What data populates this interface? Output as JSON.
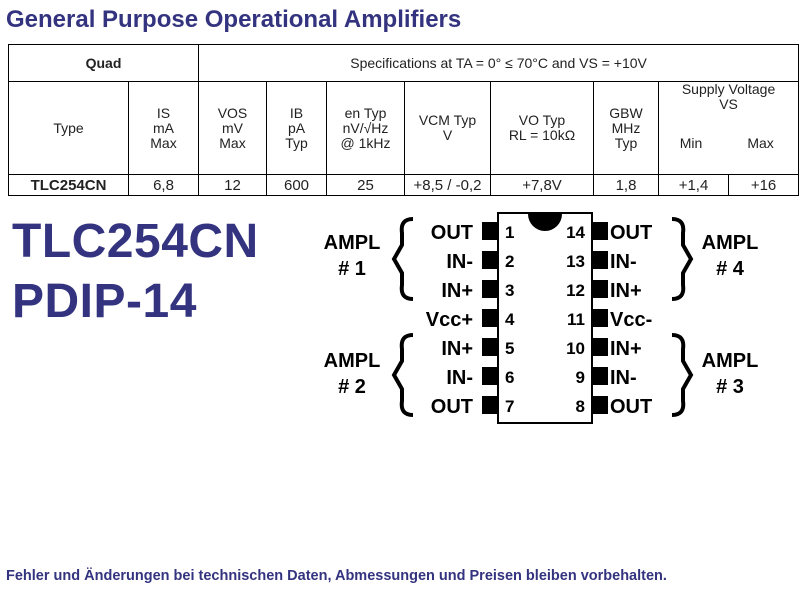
{
  "title": "General Purpose Operational Amplifiers",
  "table": {
    "quad_label": "Quad",
    "conditions": "Specifications at TA = 0° ≤ 70°C and VS = +10V",
    "headers": [
      {
        "l1": "Type",
        "l2": "",
        "l3": ""
      },
      {
        "l1": "IS",
        "l2": "mA",
        "l3": "Max"
      },
      {
        "l1": "VOS",
        "l2": "mV",
        "l3": "Max"
      },
      {
        "l1": "IB",
        "l2": "pA",
        "l3": "Typ"
      },
      {
        "l1": "en Typ",
        "l2": "nV/√Hz",
        "l3": "@ 1kHz"
      },
      {
        "l1": "VCM Typ",
        "l2": "V",
        "l3": ""
      },
      {
        "l1": "VO Typ",
        "l2": "RL = 10kΩ",
        "l3": ""
      },
      {
        "l1": "GBW",
        "l2": "MHz",
        "l3": "Typ"
      }
    ],
    "supply_header": {
      "l1": "Supply Voltage",
      "l2": "VS",
      "min": "Min",
      "max": "Max"
    },
    "row": [
      "TLC254CN",
      "6,8",
      "12",
      "600",
      "25",
      "+8,5 / -0,2",
      "+7,8V",
      "1,8",
      "+1,4",
      "+16"
    ]
  },
  "part_number": "TLC254CN",
  "package": "PDIP-14",
  "pinout": {
    "left": [
      {
        "num": "1",
        "label": "OUT"
      },
      {
        "num": "2",
        "label": "IN-"
      },
      {
        "num": "3",
        "label": "IN+"
      },
      {
        "num": "4",
        "label": "Vcc+"
      },
      {
        "num": "5",
        "label": "IN+"
      },
      {
        "num": "6",
        "label": "IN-"
      },
      {
        "num": "7",
        "label": "OUT"
      }
    ],
    "right": [
      {
        "num": "14",
        "label": "OUT"
      },
      {
        "num": "13",
        "label": "IN-"
      },
      {
        "num": "12",
        "label": "IN+"
      },
      {
        "num": "11",
        "label": "Vcc-"
      },
      {
        "num": "10",
        "label": "IN+"
      },
      {
        "num": "9",
        "label": "IN-"
      },
      {
        "num": "8",
        "label": "OUT"
      }
    ],
    "amps": [
      {
        "line1": "AMPL",
        "line2": "# 1"
      },
      {
        "line1": "AMPL",
        "line2": "# 2"
      },
      {
        "line1": "AMPL",
        "line2": "# 4"
      },
      {
        "line1": "AMPL",
        "line2": "# 3"
      }
    ]
  },
  "footer": "Fehler und Änderungen bei technischen Daten, Abmessungen und Preisen bleiben vorbehalten."
}
